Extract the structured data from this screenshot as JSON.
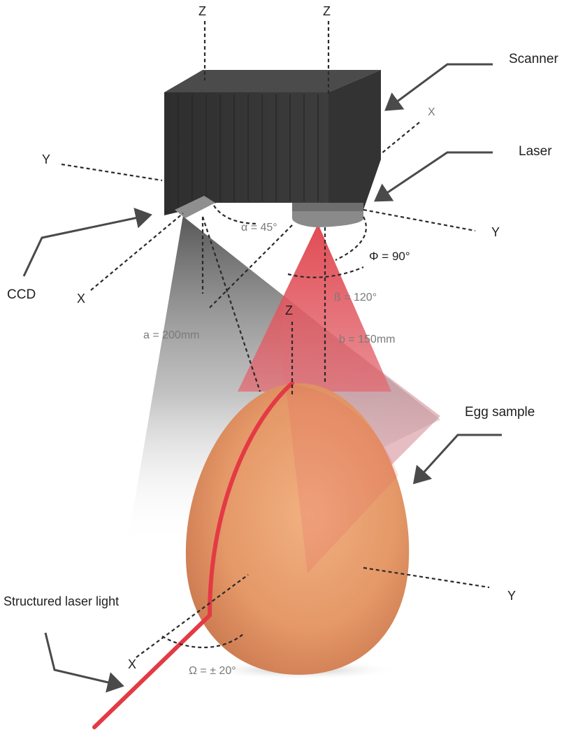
{
  "colors": {
    "scanner_body": "#3b3b3b",
    "laser_beam": "#e0414a",
    "egg": "#e79a6f",
    "arrow": "#4a4a4a"
  },
  "labels": {
    "scanner": "Scanner",
    "laser": "Laser",
    "ccd": "CCD",
    "egg_sample": "Egg sample",
    "structured_laser_light": "Structured laser light"
  },
  "axes": {
    "z_left": "Z",
    "z_right": "Z",
    "z_egg": "Z",
    "x_scanner": "X",
    "x_ccd": "X",
    "x_egg": "X",
    "y_left": "Y",
    "y_right": "Y",
    "y_egg": "Y"
  },
  "dimensions": {
    "alpha": "α = 45°",
    "phi": "Φ = 90°",
    "beta": "ß = 120°",
    "a": "a = 200mm",
    "b": "b = 150mm",
    "omega": "Ω = ± 20°"
  },
  "icons": [
    "scanner-box",
    "laser-emitter",
    "ccd-lens",
    "egg-shape",
    "laser-line"
  ]
}
